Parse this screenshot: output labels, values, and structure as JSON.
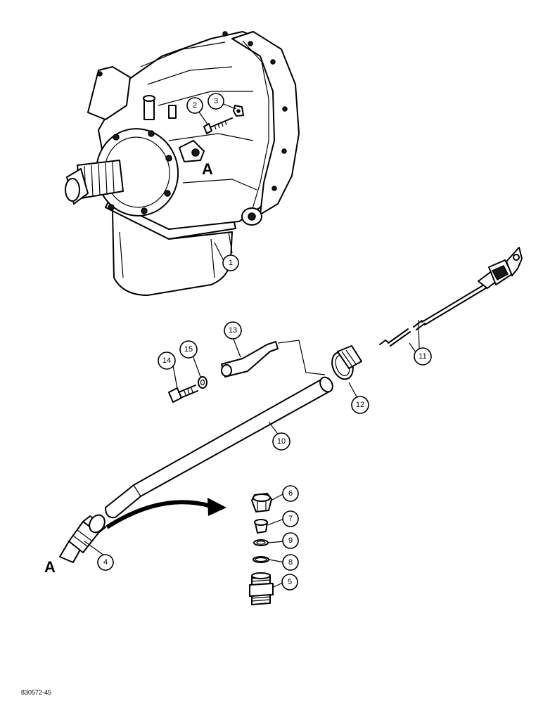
{
  "figure_code": "830572-45",
  "reference_labels": {
    "a_top": "A",
    "a_bottom": "A"
  },
  "callouts": {
    "c1": "1",
    "c2": "2",
    "c3": "3",
    "c4": "4",
    "c5": "5",
    "c6": "6",
    "c7": "7",
    "c8": "8",
    "c9": "9",
    "c10": "10",
    "c11": "11",
    "c12": "12",
    "c13": "13",
    "c14": "14",
    "c15": "15"
  }
}
